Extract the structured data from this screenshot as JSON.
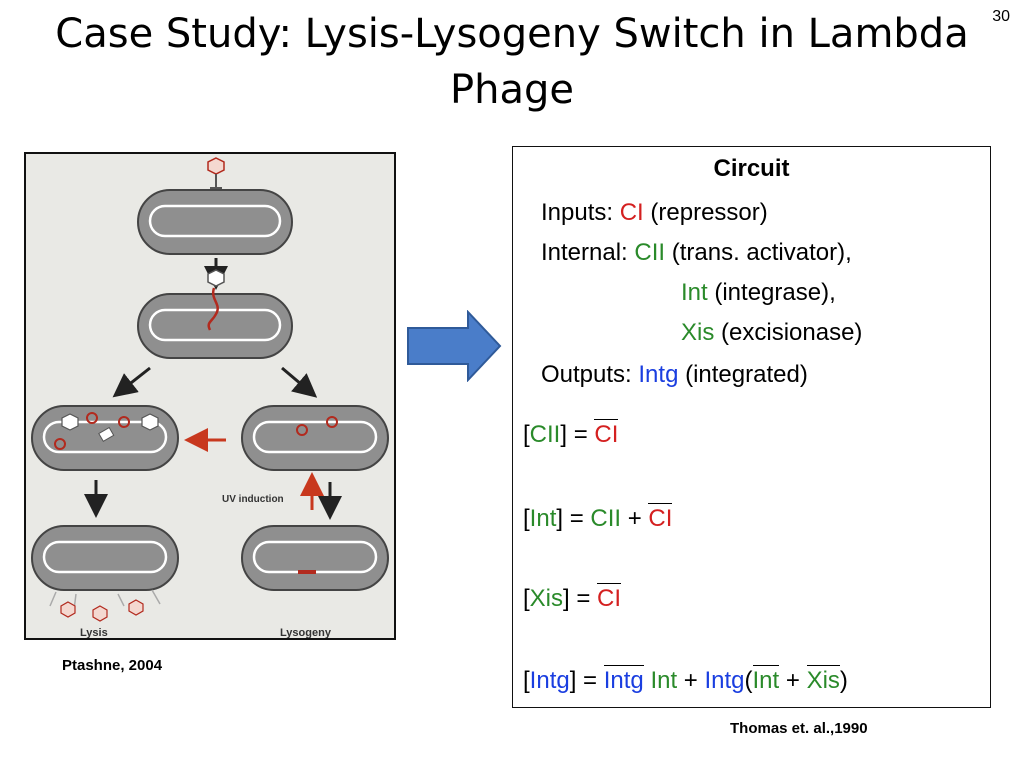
{
  "slide": {
    "title": "Case Study: Lysis-Lysogeny Switch in Lambda Phage",
    "page_number": "30"
  },
  "figure": {
    "labels": {
      "lysis": "Lysis",
      "lysogeny": "Lysogeny",
      "uv_induction": "UV induction"
    },
    "colors": {
      "cell": "#8f8f8f",
      "dna": "#ffffff",
      "phage_dna": "#b22a1e",
      "arrow": "#222222",
      "red_arrow": "#c8381e"
    },
    "caption": "Ptashne, 2004"
  },
  "circuit": {
    "heading": "Circuit",
    "inputs": {
      "label": "Inputs:",
      "name": "CI",
      "desc": "(repressor)"
    },
    "internal": {
      "label": "Internal:",
      "items": [
        {
          "name": "CII",
          "desc": "(trans. activator),"
        },
        {
          "name": "Int",
          "desc": "(integrase),"
        },
        {
          "name": "Xis",
          "desc": "(excisionase)"
        }
      ]
    },
    "outputs": {
      "label": "Outputs:",
      "name": "Intg",
      "desc": "(integrated)"
    },
    "equations": {
      "open": "[",
      "close": "]",
      "eq": "=",
      "plus": "+",
      "lparen": "(",
      "rparen": ")",
      "cii": "CII",
      "ci": "CI",
      "int": "Int",
      "xis": "Xis",
      "intg": "Intg"
    },
    "colors": {
      "red": "#d42020",
      "green": "#2a8a2a",
      "blue": "#1a3ee0"
    },
    "caption": "Thomas et. al.,1990"
  }
}
